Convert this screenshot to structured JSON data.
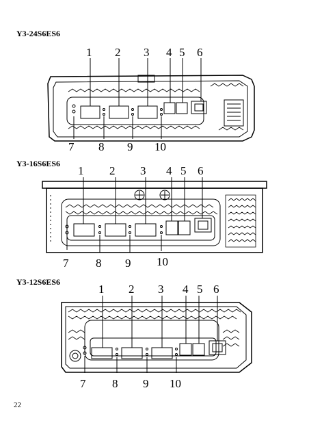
{
  "models": [
    {
      "title": "Y3-24S6ES6",
      "top_labels": [
        "1",
        "2",
        "3",
        "4",
        "5",
        "6"
      ],
      "bottom_labels": [
        "7",
        "8",
        "9",
        "10"
      ]
    },
    {
      "title": "Y3-16S6ES6",
      "top_labels": [
        "1",
        "2",
        "3",
        "4",
        "5",
        "6"
      ],
      "bottom_labels": [
        "7",
        "8",
        "9",
        "10"
      ]
    },
    {
      "title": "Y3-12S6ES6",
      "top_labels": [
        "1",
        "2",
        "3",
        "4",
        "5",
        "6"
      ],
      "bottom_labels": [
        "7",
        "8",
        "9",
        "10"
      ]
    }
  ],
  "page_number": "22"
}
